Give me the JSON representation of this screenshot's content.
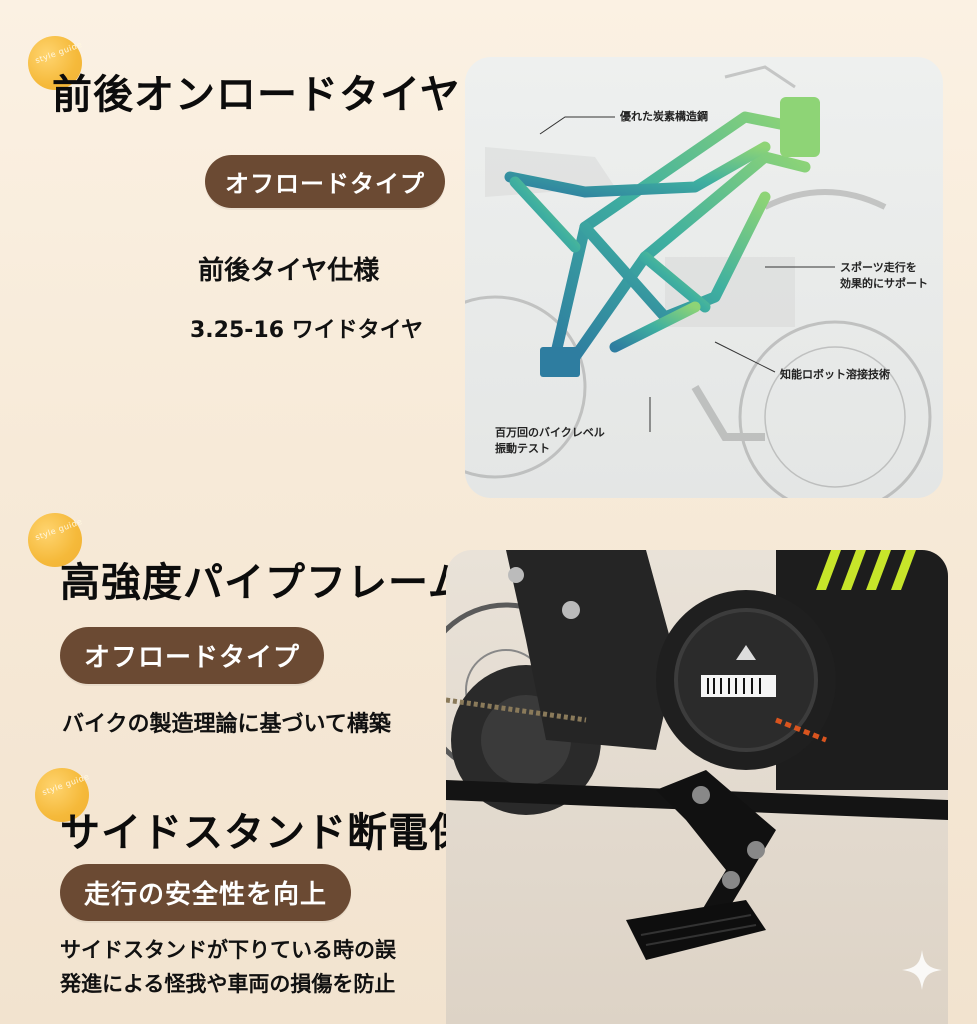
{
  "section1": {
    "badge_text": "style guide",
    "heading": "前後オンロードタイヤ",
    "pill": "オフロードタイプ",
    "spec_title": "前後タイヤ仕様",
    "spec_value": "3.25-16 ワイドタイヤ"
  },
  "frame_image": {
    "callout_top": "優れた炭素構造鋼",
    "callout_right_1": "スポーツ走行を",
    "callout_right_2": "効果的にサポート",
    "callout_mid": "知能ロボット溶接技術",
    "callout_bottom_1": "百万回のバイクレベル",
    "callout_bottom_2": "振動テスト",
    "frame_colors": [
      "#2e7da0",
      "#3fb0a0",
      "#7fd07a"
    ]
  },
  "section2": {
    "badge_text": "style guide",
    "heading": "高強度パイプフレーム",
    "pill": "オフロードタイプ",
    "description": "バイクの製造理論に基づいて構築"
  },
  "section3": {
    "badge_text": "style guide",
    "heading": "サイドスタンド断電保護",
    "pill": "走行の安全性を向上",
    "description_line1": "サイドスタンドが下りている時の誤",
    "description_line2": "発進による怪我や車両の損傷を防止"
  },
  "motor_image": {
    "accent_color": "#c7e52a",
    "body_color": "#1a1a1a"
  },
  "colors": {
    "pill_bg": "#6b4a33",
    "badge": "#f5b732",
    "page_bg": "#f7ead8"
  }
}
